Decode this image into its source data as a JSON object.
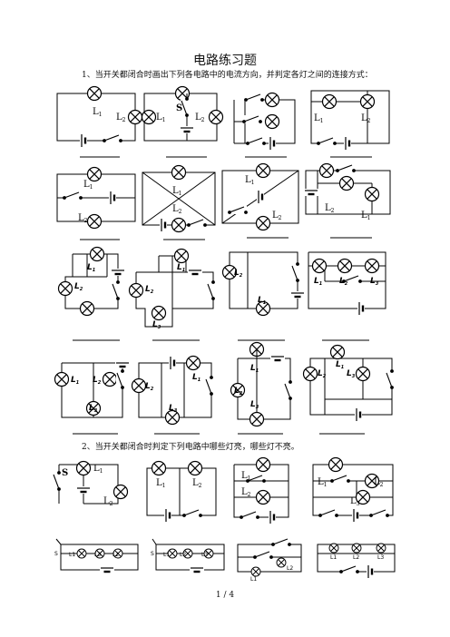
{
  "title": "电路练习题",
  "q1": "1、当开关都闭合时画出下列各电路中的电流方向，并判定各灯之间的连接方式：",
  "q2": "2、当开关都闭合时判定下列电路中哪些灯亮，哪些灯不亮。",
  "footer": "1 / 4",
  "labels": {
    "L1": "L1",
    "L2": "L2",
    "L3": "L3",
    "S": "S",
    "b1_l1": "L",
    "sub1": "1",
    "sub2": "2",
    "sub3": "3"
  },
  "icons": [
    "lamp-icon",
    "battery-icon",
    "switch-icon"
  ]
}
